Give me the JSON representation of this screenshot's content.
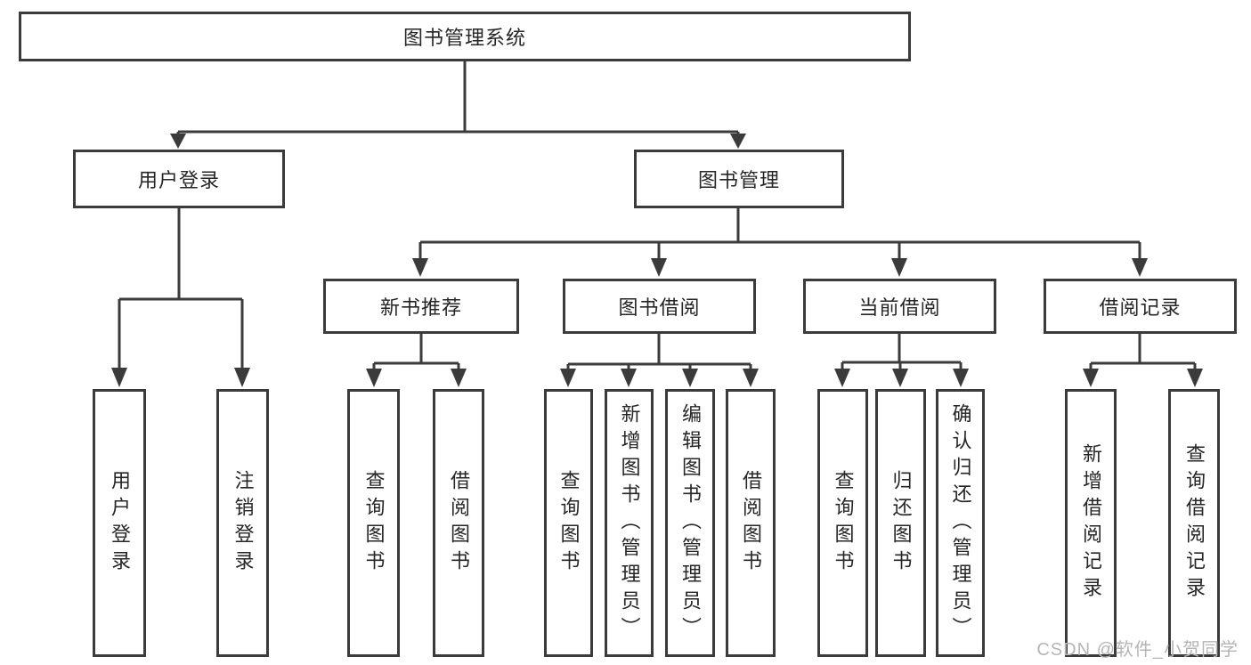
{
  "tree": {
    "label": "图书管理系统",
    "children": [
      {
        "label": "用户登录",
        "children": [
          {
            "label": "用户登录"
          },
          {
            "label": "注销登录"
          }
        ]
      },
      {
        "label": "图书管理",
        "children": [
          {
            "label": "新书推荐",
            "children": [
              {
                "label": "查询图书"
              },
              {
                "label": "借阅图书"
              }
            ]
          },
          {
            "label": "图书借阅",
            "children": [
              {
                "label": "查询图书"
              },
              {
                "label": "新增图书（管理员）"
              },
              {
                "label": "编辑图书（管理员）"
              },
              {
                "label": "借阅图书"
              }
            ]
          },
          {
            "label": "当前借阅",
            "children": [
              {
                "label": "查询图书"
              },
              {
                "label": "归还图书"
              },
              {
                "label": "确认归还（管理员）"
              }
            ]
          },
          {
            "label": "借阅记录",
            "children": [
              {
                "label": "新增借阅记录"
              },
              {
                "label": "查询借阅记录"
              }
            ]
          }
        ]
      }
    ]
  },
  "style": {
    "line_color": "#3b3b3b",
    "text_color": "#262626",
    "background_color": "#ffffff"
  },
  "watermark": {
    "text": "CSDN @软件_小贺同学",
    "color": "#b5b5b5"
  }
}
